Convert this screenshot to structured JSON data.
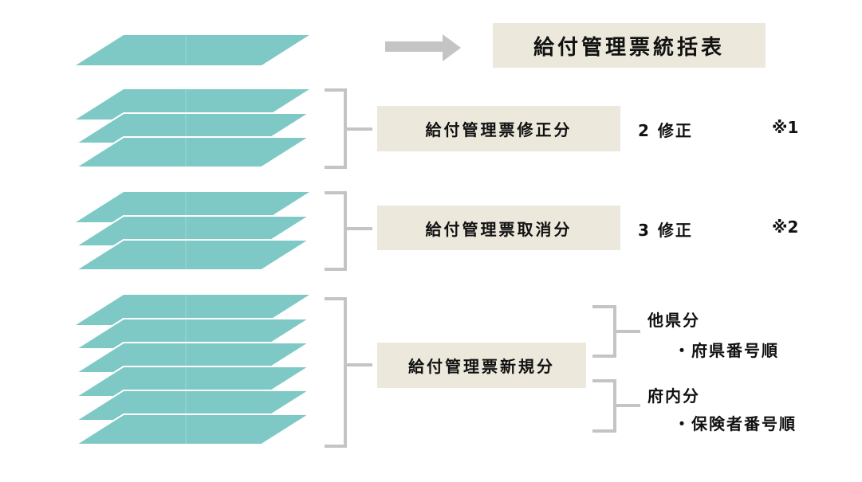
{
  "colors": {
    "sheet": "#7ec9c6",
    "bracket": "#c4c4c4",
    "label_bg": "#ece8dc",
    "text": "#111111"
  },
  "title": {
    "label": "給付管理票統括表",
    "sheet_count": 1,
    "arrow_icon": "right-arrow-icon"
  },
  "groups": [
    {
      "label": "給付管理票修正分",
      "sheet_count": 3,
      "revision": "2 修正",
      "note": "※1"
    },
    {
      "label": "給付管理票取消分",
      "sheet_count": 3,
      "revision": "3 修正",
      "note": "※2"
    },
    {
      "label": "給付管理票新規分",
      "sheet_count": 6,
      "subgroups": [
        {
          "label": "他県分",
          "order": "・府県番号順"
        },
        {
          "label": "府内分",
          "order": "・保険者番号順"
        }
      ]
    }
  ]
}
